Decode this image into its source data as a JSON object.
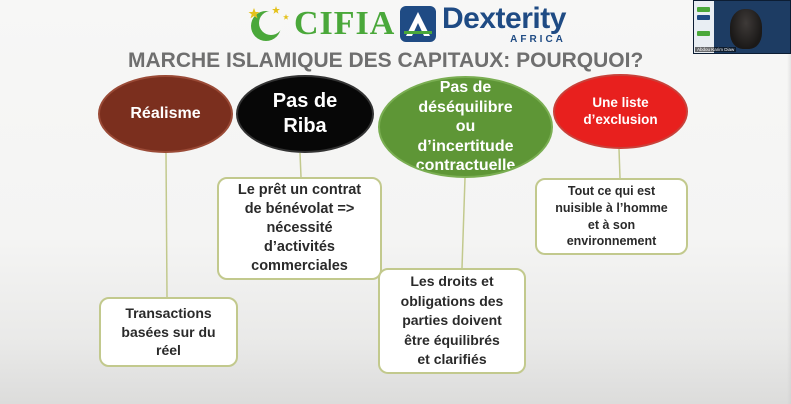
{
  "logos": {
    "cifia_text": "CIFIA",
    "dexterity_text": "Dexterity",
    "dexterity_sub": "AFRICA"
  },
  "slide": {
    "title": "MARCHE ISLAMIQUE DES CAPITAUX: POURQUOI?",
    "pillars": [
      {
        "label": "Réalisme",
        "box": "Transactions\nbasées sur du\nréel"
      },
      {
        "label": "Pas de\nRiba",
        "box": "Le prêt un contrat\nde bénévolat    =>\nnécessité\nd’activités\ncommerciales"
      },
      {
        "label": "Pas de\ndéséquilibre\nou\nd’incertitude\ncontractuelle",
        "box": "Les droits et\nobligations des\nparties doivent\nêtre équilibrés\net clarifiés"
      },
      {
        "label": "Une liste\nd’exclusion",
        "box": "Tout ce qui est\nnuisible à l’homme\net à son\nenvironnement"
      }
    ]
  },
  "video": {
    "participant_name": "Abdou Karim Diaw"
  },
  "colors": {
    "title": "#6f6f6f",
    "realisme": "#7b2f1e",
    "riba": "#070707",
    "desequilibre": "#5e9636",
    "exclusion": "#e8201e",
    "cifia_green": "#4aa83a",
    "dexterity_blue": "#1f4b84"
  }
}
